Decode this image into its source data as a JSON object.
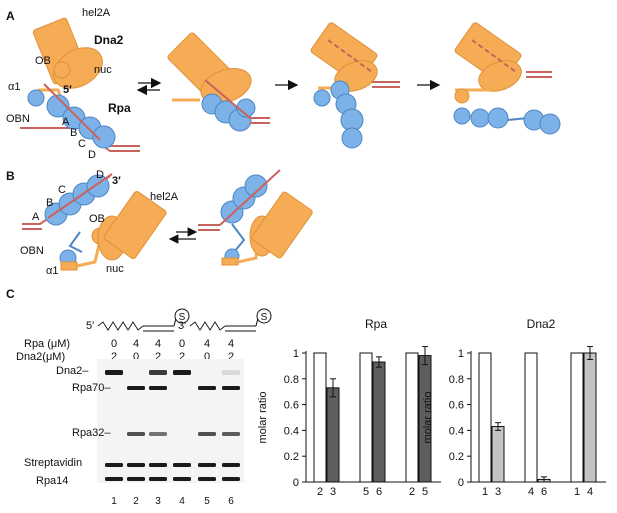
{
  "panels": {
    "a": "A",
    "b": "B",
    "c": "C"
  },
  "colors": {
    "orange": "#f6ab55",
    "orange_dark": "#e0913a",
    "blue": "#7cb2e8",
    "blue_dark": "#4c86c6",
    "dna": "#c9635d",
    "band": "#1a1a1a",
    "gray_dark": "#5e5e5e",
    "gray_light": "#c4c4c4"
  },
  "panel_a": {
    "labels": {
      "hel2a": "hel2A",
      "dna2": "Dna2",
      "ob": "OB",
      "nuc": "nuc",
      "alpha1": "α1",
      "five_prime": "5′",
      "rpa": "Rpa",
      "obn": "OBN",
      "a": "A",
      "b": "B",
      "c": "C",
      "d": "D"
    }
  },
  "panel_b": {
    "labels": {
      "d": "D",
      "three_prime": "3′",
      "hel2a": "hel2A",
      "c": "C",
      "b": "B",
      "a": "A",
      "ob": "OB",
      "obn": "OBN",
      "alpha1": "α1",
      "nuc": "nuc"
    }
  },
  "panel_c": {
    "substrates": {
      "left_end": "5′",
      "right_end": "3′",
      "streptavidin": "S"
    },
    "conditions": {
      "rpa_label": "Rpa (μM)",
      "dna2_label": "Dna2(μM)",
      "rpa": [
        "0",
        "4",
        "4",
        "0",
        "4",
        "4"
      ],
      "dna2": [
        "2",
        "0",
        "2",
        "2",
        "0",
        "2"
      ]
    },
    "band_labels": [
      "Dna2–",
      "Rpa70–",
      "Rpa32–",
      "Streptavidin",
      "Rpa14"
    ],
    "lane_numbers": [
      "1",
      "2",
      "3",
      "4",
      "5",
      "6"
    ],
    "gel_bands": {
      "dna2": [
        1,
        0,
        0.85,
        1,
        0,
        0.12
      ],
      "rpa70": [
        0,
        1,
        1,
        0,
        1,
        1
      ],
      "rpa32": [
        0,
        0.75,
        0.6,
        0,
        0.75,
        0.7
      ],
      "strep_top": [
        1,
        1,
        1,
        1,
        1,
        1
      ],
      "strep_bottom": [
        1,
        1,
        1,
        1,
        1,
        1
      ]
    }
  },
  "chart_data": [
    {
      "type": "bar",
      "title": "Rpa",
      "ylabel": "molar ratio",
      "ylim": [
        0,
        1
      ],
      "yticks": [
        "0",
        "0.2",
        "0.4",
        "0.6",
        "0.8",
        "1"
      ],
      "groups": [
        {
          "labels": [
            "2",
            "3"
          ],
          "values": [
            1,
            0.73
          ],
          "errors": [
            0,
            0.07
          ]
        },
        {
          "labels": [
            "5",
            "6"
          ],
          "values": [
            1,
            0.93
          ],
          "errors": [
            0,
            0.04
          ]
        },
        {
          "labels": [
            "2",
            "5"
          ],
          "values": [
            1,
            0.98
          ],
          "errors": [
            0,
            0.07
          ]
        }
      ]
    },
    {
      "type": "bar",
      "title": "Dna2",
      "ylabel": "molar ratio",
      "ylim": [
        0,
        1
      ],
      "yticks": [
        "0",
        "0.2",
        "0.4",
        "0.6",
        "0.8",
        "1"
      ],
      "groups": [
        {
          "labels": [
            "1",
            "3"
          ],
          "values": [
            1,
            0.43
          ],
          "errors": [
            0,
            0.03
          ]
        },
        {
          "labels": [
            "4",
            "6"
          ],
          "values": [
            1,
            0.02
          ],
          "errors": [
            0,
            0.02
          ]
        },
        {
          "labels": [
            "1",
            "4"
          ],
          "values": [
            1,
            1.0
          ],
          "errors": [
            0,
            0.05
          ]
        }
      ]
    }
  ]
}
